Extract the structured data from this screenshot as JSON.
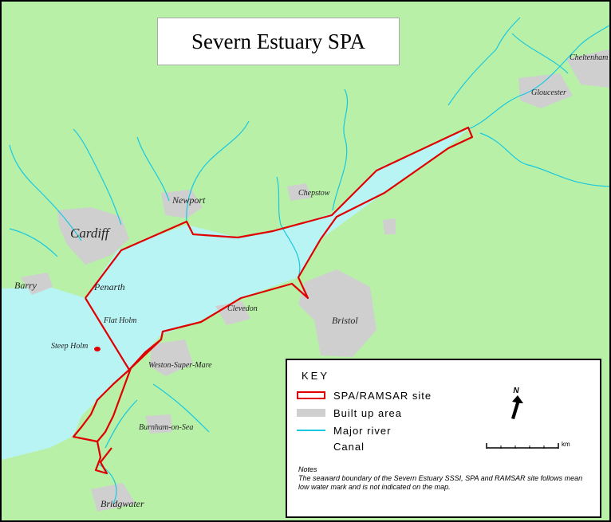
{
  "map": {
    "title": "Severn Estuary SPA",
    "colors": {
      "land": "#b8f0a8",
      "water": "#b8f4f4",
      "built_up": "#cfcfcf",
      "river": "#18c8e0",
      "spa_boundary": "#e00000"
    },
    "places": {
      "cardiff": "Cardiff",
      "newport": "Newport",
      "chepstow": "Chepstow",
      "barry": "Barry",
      "penarth": "Penarth",
      "flat_holm": "Flat Holm",
      "steep_holm": "Steep Holm",
      "clevedon": "Clevedon",
      "bristol": "Bristol",
      "weston": "Weston-Super-Mare",
      "burnham": "Burnham-on-Sea",
      "bridgwater": "Bridgwater",
      "gloucester": "Gloucester",
      "cheltenham": "Cheltenham"
    }
  },
  "key": {
    "title": "KEY",
    "items": [
      {
        "label": "SPA/RAMSAR site",
        "icon": "red-outline-swatch"
      },
      {
        "label": "Built up area",
        "icon": "grey-fill-swatch"
      },
      {
        "label": "Major river",
        "icon": "cyan-line-swatch"
      },
      {
        "label": "Canal",
        "icon": "white-line-swatch"
      }
    ],
    "north_label": "N",
    "scale_label": "km",
    "notes_title": "Notes",
    "notes_text": "The seaward boundary of the Severn Estuary SSSI, SPA and RAMSAR site follows mean low water mark and is not indicated on the map."
  }
}
